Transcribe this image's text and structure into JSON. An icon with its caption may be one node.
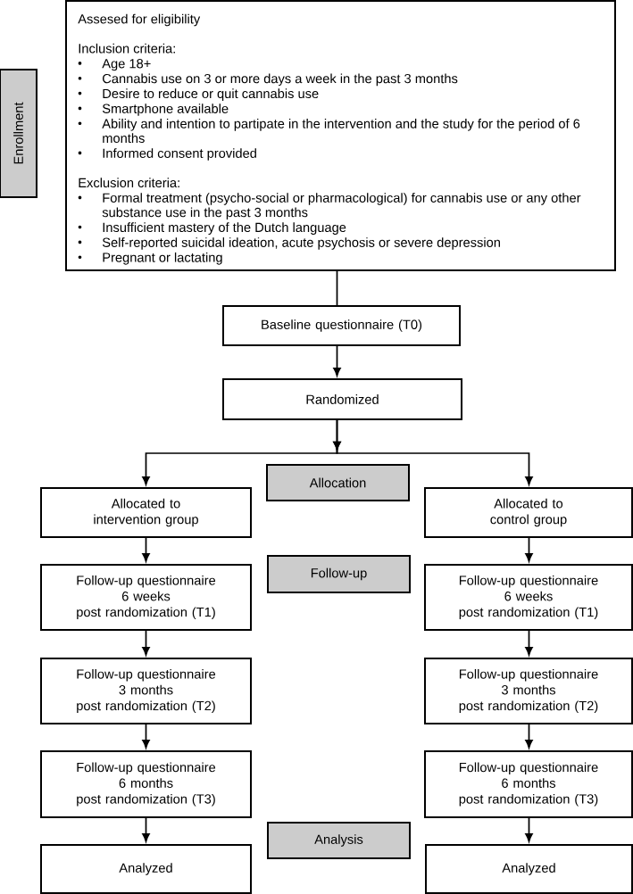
{
  "diagram": {
    "nodes": [
      {
        "text": [
          "Enrollment"
        ]
      },
      {
        "text": [
          "Assesed for eligibility",
          "Inclusion criteria:",
          "Age 18+",
          "Cannabis use on 3 or more days a week in the past 3 months",
          "Desire to reduce or quit cannabis use",
          "Smartphone available",
          "Ability and intention to partipate in the intervention and the study for the period of 6 months",
          "Informed consent provided",
          "Exclusion criteria:",
          "Formal treatment (psycho-social or pharmacological) for cannabis use or any other substance use in the past 3 months",
          "Insufficient mastery of the Dutch language",
          "Self-reported suicidal ideation, acute psychosis or severe depression",
          "Pregnant or lactating"
        ]
      },
      {
        "text": [
          "Baseline questionnaire (T0)"
        ]
      },
      {
        "text": [
          "Randomized"
        ]
      },
      {
        "text": [
          "Allocated to intervention group"
        ]
      },
      {
        "text": [
          "Allocation"
        ]
      },
      {
        "text": [
          "Allocated to control group"
        ]
      },
      {
        "text": [
          "Follow-up questionnaire 6 weeks post randomization (T1)"
        ]
      },
      {
        "text": [
          "Follow-up"
        ]
      },
      {
        "text": [
          "Follow-up questionnaire 6 weeks post randomization (T1)"
        ]
      },
      {
        "text": [
          "Follow-up questionnaire 3 months post randomization (T2)"
        ]
      },
      {
        "text": [
          "Follow-up questionnaire 3 months post randomization (T2)"
        ]
      },
      {
        "text": [
          "Follow-up questionnaire 6 months post randomization (T3)"
        ]
      },
      {
        "text": [
          "Follow-up questionnaire 6 months post randomization (T3)"
        ]
      },
      {
        "text": [
          "Analyzed"
        ]
      },
      {
        "text": [
          "Analysis"
        ]
      },
      {
        "text": [
          "Analyzed"
        ]
      }
    ],
    "edges": [
      {
        "from": 1,
        "to": 2,
        "arrow": "none"
      },
      {
        "from": 2,
        "to": 3,
        "arrow": "to"
      },
      {
        "from": 3,
        "to": 4,
        "arrow": "to"
      },
      {
        "from": 3,
        "to": 6,
        "arrow": "to"
      },
      {
        "from": 4,
        "to": 7,
        "arrow": "to"
      },
      {
        "from": 6,
        "to": 9,
        "arrow": "to"
      },
      {
        "from": 7,
        "to": 10,
        "arrow": "to"
      },
      {
        "from": 9,
        "to": 11,
        "arrow": "to"
      },
      {
        "from": 10,
        "to": 12,
        "arrow": "to"
      },
      {
        "from": 11,
        "to": 13,
        "arrow": "to"
      },
      {
        "from": 12,
        "to": 14,
        "arrow": "to"
      },
      {
        "from": 13,
        "to": 16,
        "arrow": "to"
      }
    ]
  }
}
